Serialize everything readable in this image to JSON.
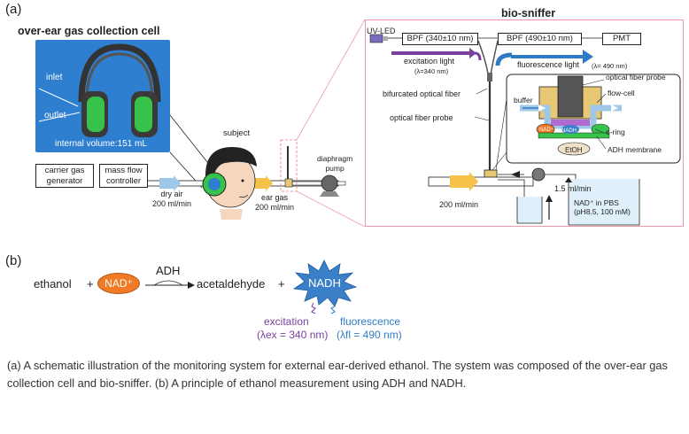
{
  "panel_a": {
    "label": "(a)",
    "title_left": "over-ear gas collection cell",
    "title_right": "bio-sniffer",
    "photo": {
      "inlet": "inlet",
      "outlet": "outlet",
      "volume": "internal volume:151 mL"
    },
    "subject": "subject",
    "carrier": "carrier gas\ngenerator",
    "mfc": "mass flow\ncontroller",
    "dry_air": "dry air\n200 ml/min",
    "ear_gas": "ear gas\n200 ml/min",
    "pump": "diaphragm\npump",
    "uvled": "UV-LED",
    "bpf1": "BPF (340±10 nm)",
    "bpf2": "BPF (490±10 nm)",
    "pmt": "PMT",
    "excitation": "excitation light",
    "excitation_wl": "(λ=340 nm)",
    "fluorescence": "fluorescence light",
    "fluorescence_wl": "(λ= 490 nm)",
    "bifurcated": "bifurcated optical fiber",
    "probe": "optical fiber probe",
    "probe2": "optical fiber probe",
    "flowcell": "flow-cell",
    "buffer": "buffer",
    "oring": "o-ring",
    "nad_small": "NAD⁺",
    "nadh_small": "NADH",
    "etoh": "EtOH",
    "membrane": "ADH membrane",
    "flow_rate": "1.5 ml/min",
    "solution": "NAD⁺ in PBS\n(pH8.5, 100 mM)",
    "flow_200": "200 ml/min"
  },
  "panel_b": {
    "label": "(b)",
    "ethanol": "ethanol",
    "plus1": "+",
    "nad": "NAD⁺",
    "adh": "ADH",
    "acetaldehyde": "acetaldehyde",
    "plus2": "+",
    "nadh": "NADH",
    "excitation": "excitation",
    "excitation_wl": "(λex = 340 nm)",
    "fluorescence": "fluorescence",
    "fluorescence_wl": "(λfl = 490 nm)"
  },
  "caption": "(a) A schematic illustration of the monitoring system for external ear-derived ethanol. The system was composed of the over-ear gas collection cell and bio-sniffer. (b) A principle of ethanol measurement using ADH and NADH.",
  "colors": {
    "nad_orange": "#f07a25",
    "nadh_blue": "#3a80c8",
    "excitation_purple": "#7b3fa0",
    "fluorescence_blue": "#2e7bc4",
    "photo_bg": "#2e7fd0"
  }
}
